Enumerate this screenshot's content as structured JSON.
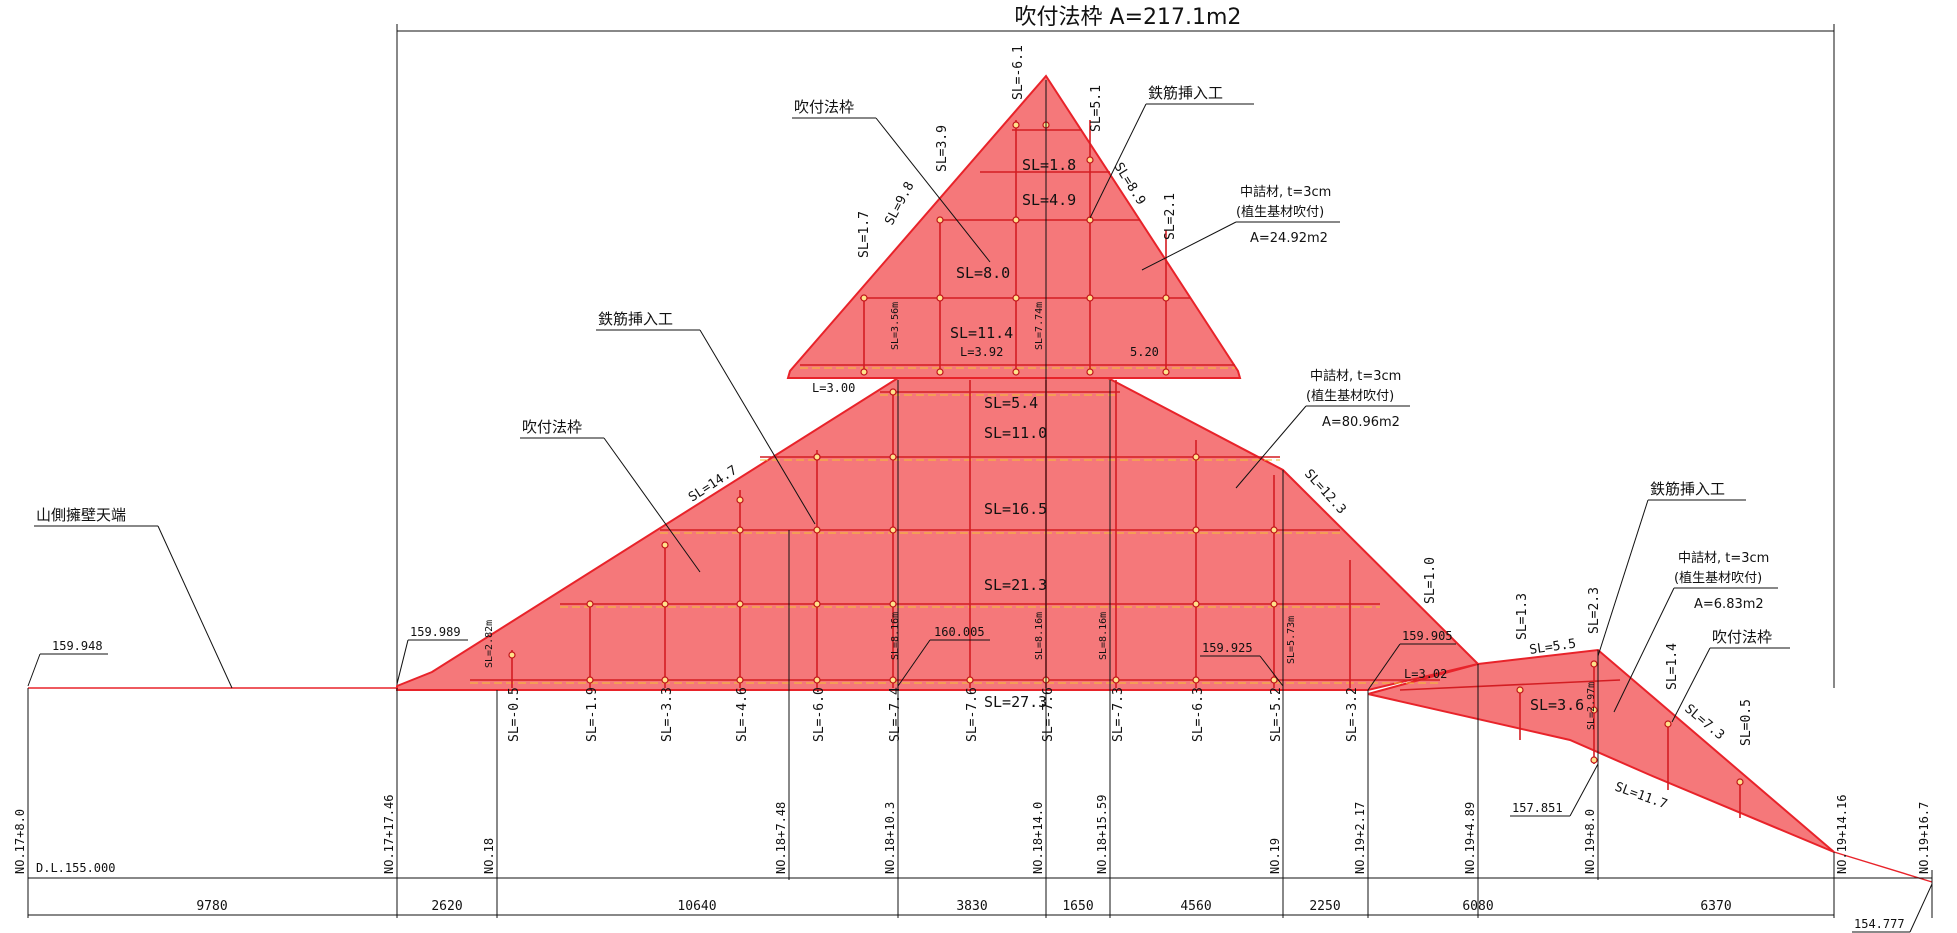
{
  "title": "吹付法枠 A=217.1m2",
  "callouts": {
    "frame_top": "吹付法枠",
    "rebar_top": "鉄筋挿入工",
    "rebar_mid": "鉄筋挿入工",
    "frame_mid": "吹付法枠",
    "wall_top": "山側擁壁天端",
    "rebar_right": "鉄筋挿入工",
    "frame_right": "吹付法枠"
  },
  "fill_notes": [
    {
      "l1": "中詰材, t=3cm",
      "l2": "(植生基材吹付)",
      "l3": "A=24.92m2"
    },
    {
      "l1": "中詰材, t=3cm",
      "l2": "(植生基材吹付)",
      "l3": "A=80.96m2"
    },
    {
      "l1": "中詰材, t=3cm",
      "l2": "(植生基材吹付)",
      "l3": "A=6.83m2"
    }
  ],
  "elevations": {
    "e1": "159.948",
    "e2": "159.989",
    "e3": "160.005",
    "e4": "159.925",
    "e5": "159.905",
    "e6": "157.851",
    "e7": "154.777",
    "datum": "D.L.155.000"
  },
  "stations": [
    "NO.17+8.0",
    "NO.17+17.46",
    "NO.18",
    "NO.18+7.48",
    "NO.18+10.3",
    "NO.18+14.0",
    "NO.18+15.59",
    "NO.19",
    "NO.19+2.17",
    "NO.19+4.89",
    "NO.19+8.0",
    "NO.19+14.16",
    "NO.19+16.7"
  ],
  "dimensions": [
    "9780",
    "2620",
    "10640",
    "3830",
    "1650",
    "4560",
    "2250",
    "6080",
    "6370"
  ],
  "sl_bottom": [
    "SL=-0.5",
    "SL=-1.9",
    "SL=-3.3",
    "SL=-4.6",
    "SL=-6.0",
    "SL=-7.4",
    "SL=-7.6",
    "SL=-7.6",
    "SL=-7.3",
    "SL=-6.3",
    "SL=-5.2",
    "SL=-3.2"
  ],
  "sl_center": [
    "SL=1.8",
    "SL=4.9",
    "SL=8.0",
    "SL=11.4",
    "SL=5.4",
    "SL=11.0",
    "SL=16.5",
    "SL=21.3",
    "SL=27.3",
    "SL=3.6"
  ],
  "sl_edges": [
    "SL=-6.1",
    "SL=5.1",
    "SL=3.9",
    "SL=9.8",
    "SL=1.7",
    "SL=8.9",
    "SL=2.1",
    "SL=14.7",
    "SL=12.3",
    "SL=1.0",
    "SL=1.3",
    "SL=2.3",
    "SL=5.5",
    "SL=1.4",
    "SL=7.3",
    "SL=0.5",
    "SL=11.7"
  ],
  "sl_lengths": [
    "SL=3.56m",
    "SL=7.74m",
    "SL=8.16m",
    "SL=8.16m",
    "SL=8.16m",
    "SL=5.73m",
    "SL=2.82m",
    "SL=2.97m"
  ],
  "lengths": [
    "L=3.92",
    "5.20",
    "L=3.00",
    "L=3.02"
  ]
}
